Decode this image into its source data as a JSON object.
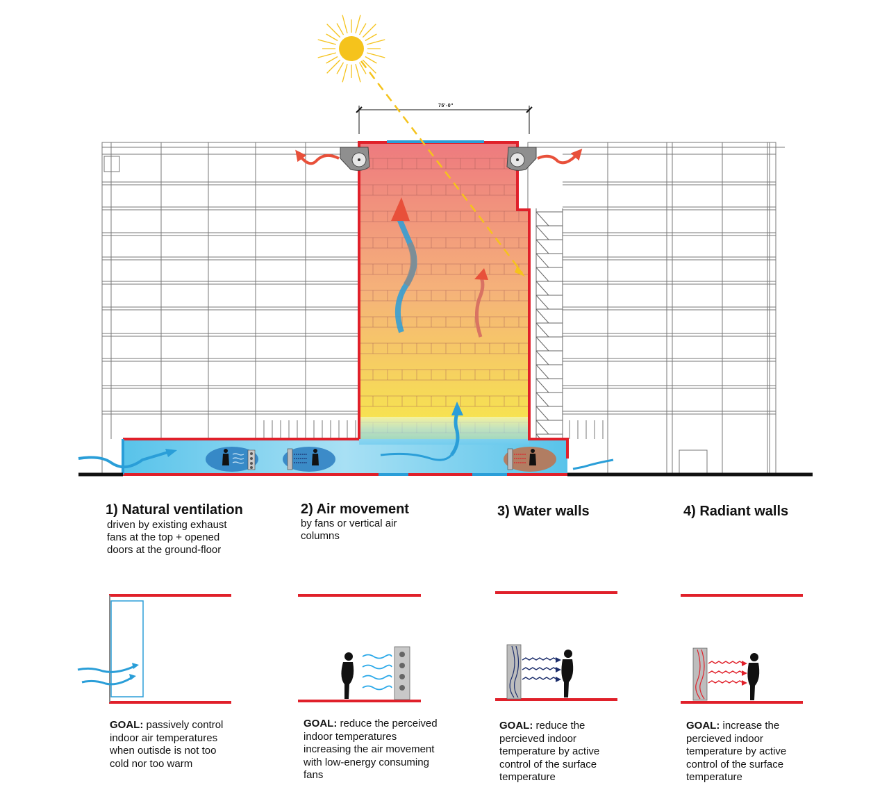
{
  "dimension_label": "75'-0\"",
  "colors": {
    "envelope_red": "#e0202a",
    "cool_blue": "#5ec8ec",
    "arrow_blue": "#2a9ed8",
    "sun_yellow": "#f5c31c",
    "heat_top": "#ee7a7f",
    "heat_bottom": "#f7e84a"
  },
  "strategies": [
    {
      "title": "1) Natural ventilation",
      "description": "driven by existing exhaust fans at the top + opened doors at the ground-floor",
      "goal_label": "GOAL:",
      "goal_text": "passively control indoor air temperatures when outisde is not too cold nor too warm"
    },
    {
      "title": "2) Air movement",
      "description": "by fans or vertical air columns",
      "goal_label": "GOAL:",
      "goal_text": "reduce the perceived indoor temperatures increasing the air movement with low-energy consuming fans"
    },
    {
      "title": "3) Water walls",
      "description": "",
      "goal_label": "GOAL:",
      "goal_text": "reduce the percieved indoor temperature by active control of the surface temperature"
    },
    {
      "title": "4) Radiant walls",
      "description": "",
      "goal_label": "GOAL:",
      "goal_text": "increase the percieved indoor temperature by active control of the surface temperature"
    }
  ]
}
